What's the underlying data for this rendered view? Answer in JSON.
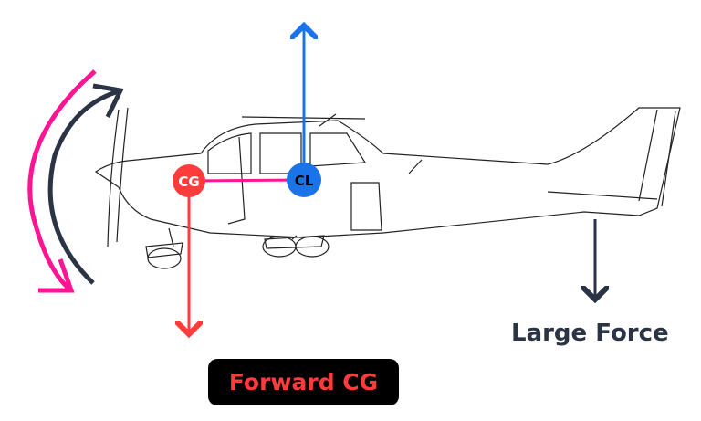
{
  "diagram": {
    "cg_label": "CG",
    "cl_label": "CL",
    "force_label": "Large Force",
    "caption": "Forward CG",
    "colors": {
      "cg": "#ff3b3b",
      "cl": "#1a73e8",
      "moment_arm": "#ff1493",
      "pitch_arrow_pink": "#ff1493",
      "pitch_arrow_dark": "#2b3445",
      "force_arrow": "#2b3445",
      "caption_bg": "#000000"
    }
  }
}
